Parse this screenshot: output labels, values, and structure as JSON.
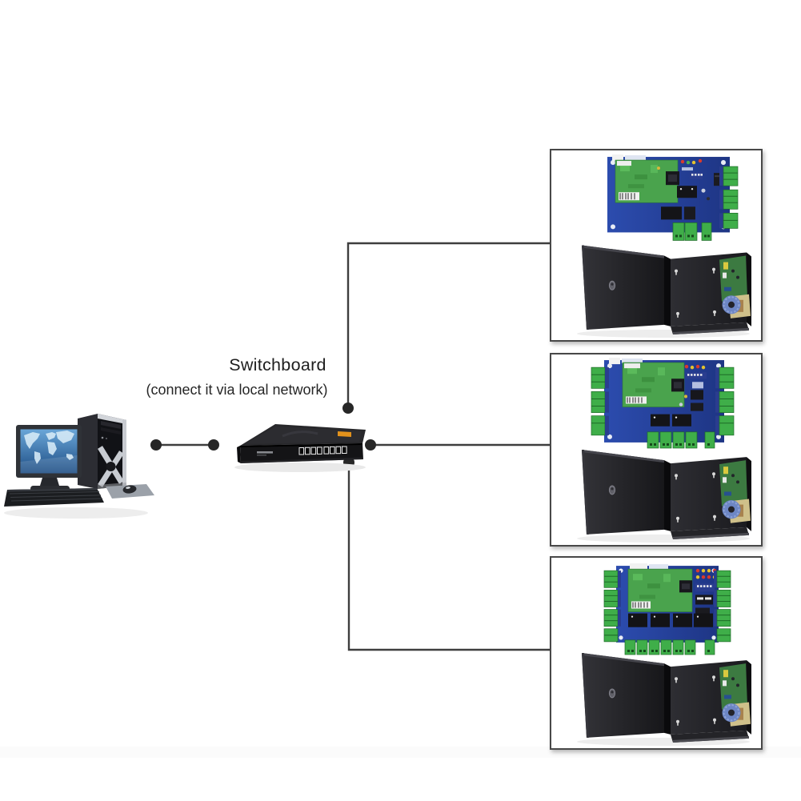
{
  "diagram": {
    "type": "access-control-network-connection-diagram",
    "switch_label": "Switchboard",
    "switch_note": "(connect it via local network)",
    "nodes": [
      {
        "id": "computer",
        "kind": "desktop-computer-with-monitor-tower-keyboard-mouse"
      },
      {
        "id": "switchboard",
        "kind": "8-port-network-switch",
        "label": "Switchboard",
        "note": "(connect it via local network)"
      },
      {
        "id": "controller-1",
        "kind": "one-door-access-control-board-with-power-supply-box"
      },
      {
        "id": "controller-2",
        "kind": "two-door-access-control-board-with-power-supply-box"
      },
      {
        "id": "controller-3",
        "kind": "four-door-access-control-board-with-power-supply-box"
      }
    ],
    "edges": [
      {
        "from": "computer",
        "to": "switchboard"
      },
      {
        "from": "switchboard",
        "to": "controller-1"
      },
      {
        "from": "switchboard",
        "to": "controller-2"
      },
      {
        "from": "switchboard",
        "to": "controller-3"
      }
    ]
  },
  "colors": {
    "background": "#ffffff",
    "connection_line": "#3e3e3e",
    "connection_dot": "#272727",
    "panel_border": "#484848",
    "pcb_blue": "#2848a8",
    "pcb_module_green": "#4aa34d",
    "terminal_green": "#3fae49",
    "led_red": "#d93a2c",
    "led_yellow": "#e4c22e",
    "led_green": "#49b04c",
    "enclosure_black": "#1d1d20",
    "switch_black": "#1c1c1e",
    "switch_label_orange": "#e2921c",
    "monitor_screen_blue": "#2f6ea8"
  }
}
